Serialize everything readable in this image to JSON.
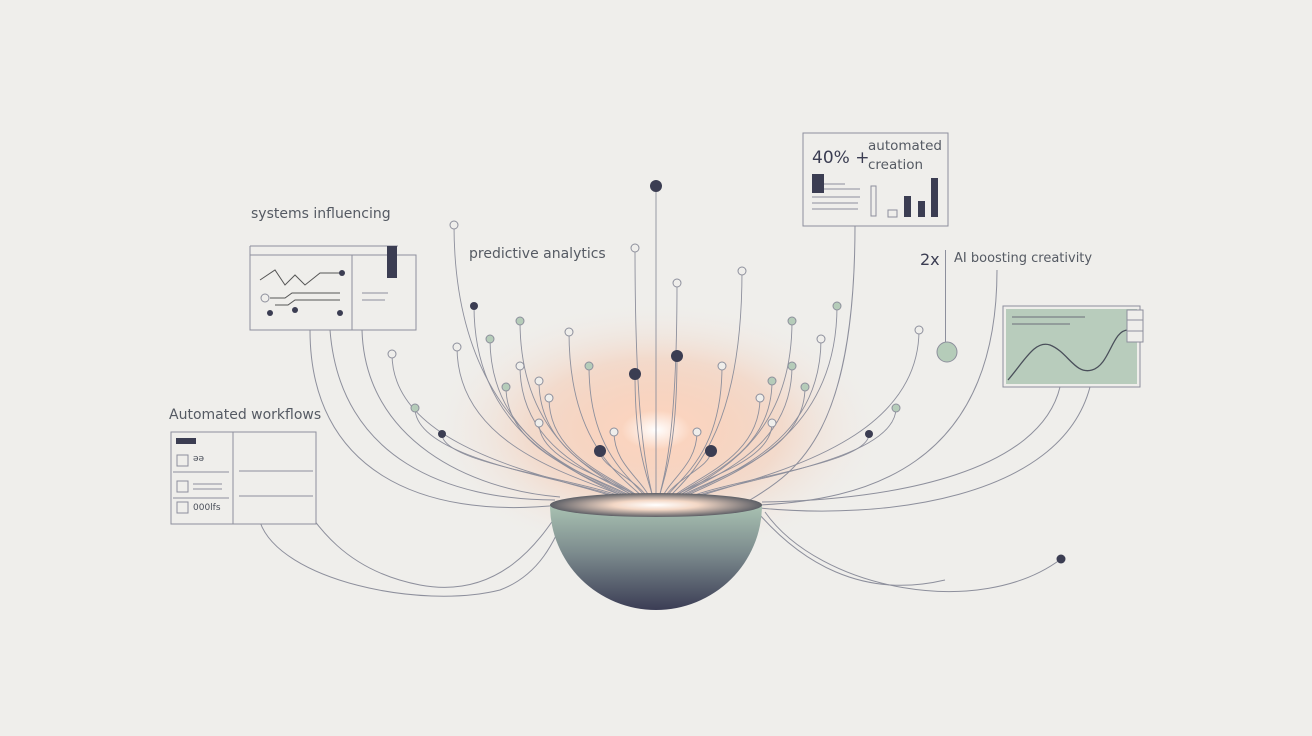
{
  "labels": {
    "systems": "systems influencing",
    "predictive": "predictive analytics",
    "workflows": "Automated workflows",
    "stat_40": "40% +",
    "automated_creation": "automated creation",
    "stat_2x": "2x",
    "ai_boosting": "AI boosting creativity"
  },
  "workflow_box": {
    "row1": "əə",
    "row3": "000lfs"
  },
  "colors": {
    "background": "#efeeeb",
    "dark": "#3b3d52",
    "green": "#b5ccb9",
    "line": "#8d8f9c",
    "glow": "#f7b79a"
  }
}
